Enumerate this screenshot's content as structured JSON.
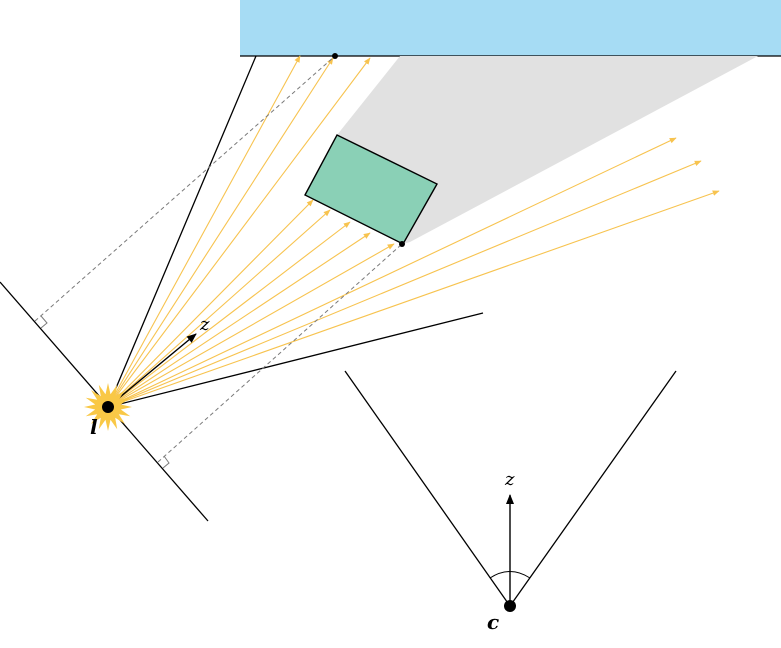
{
  "labels": {
    "light_source": "l",
    "camera": "c",
    "light_axis": "z",
    "camera_axis": "z"
  },
  "colors": {
    "receiver_surface": "#a6dcf4",
    "occluder": "#8ad0b6",
    "shadow": "#e1e1e1",
    "ray": "#f7c34f",
    "light_burst": "#f9c846",
    "line": "#000000",
    "dashed_line": "#7a7a7a"
  },
  "icons": {
    "light_source": "light-burst-icon",
    "camera": "camera-point-icon"
  }
}
